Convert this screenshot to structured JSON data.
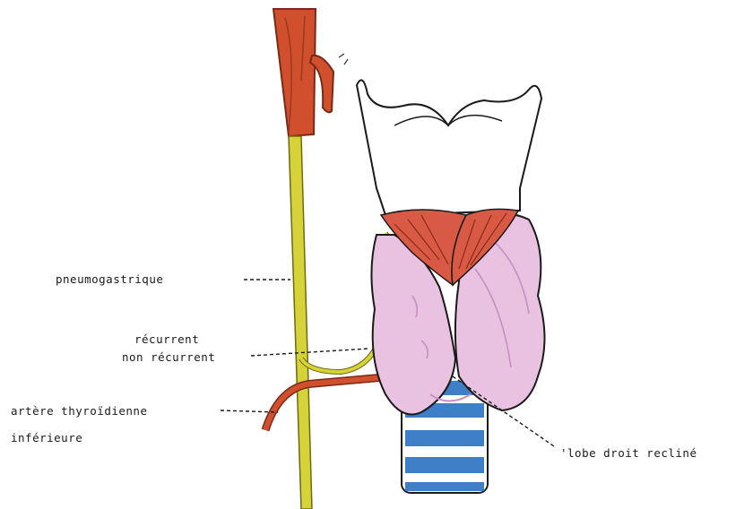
{
  "labels": {
    "pneumogastrique": "pneumogastrique",
    "recurrent_line1": "récurrent",
    "recurrent_line2": "non récurrent",
    "artere_line1": "artère thyroïdienne",
    "artere_line2": "inférieure",
    "lobe": "'lobe droit recliné"
  },
  "colors": {
    "nerve": "#d6d23a",
    "carotid": "#d0502e",
    "thyroid": "#e8c2e0",
    "thyroid_shadow": "#c78ec4",
    "muscle": "#d85a44",
    "trachea": "#3f7fc8",
    "outline": "#1a1a1a"
  }
}
